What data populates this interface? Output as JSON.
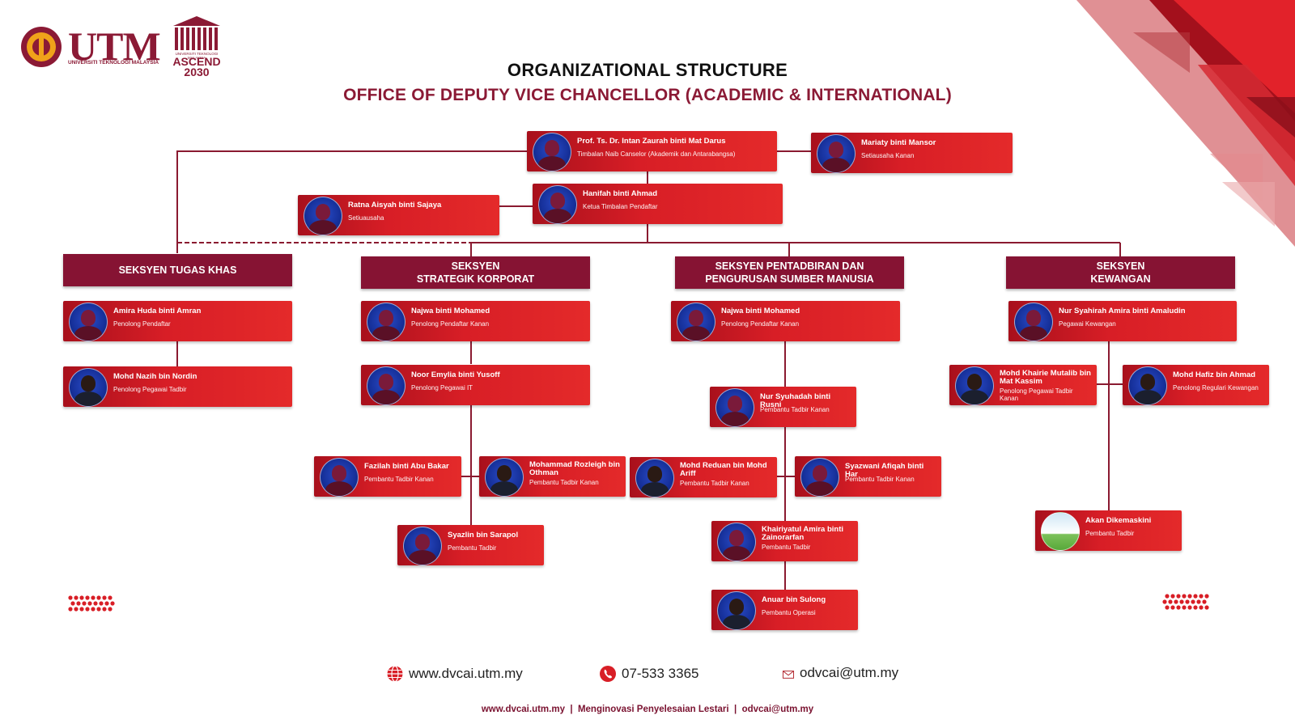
{
  "header": {
    "title": "ORGANIZATIONAL STRUCTURE",
    "subtitle": "OFFICE OF DEPUTY VICE CHANCELLOR (ACADEMIC & INTERNATIONAL)",
    "logo_utm": "UTM",
    "logo_utm_sub": "UNIVERSITI TEKNOLOGI MALAYSIA",
    "logo_ascend": "ASCEND",
    "logo_ascend_year": "2030",
    "logo_ascend_small": "UNIVERSITI TEKNOLOGI MALAYSIA"
  },
  "top": {
    "dvc": {
      "name": "Prof. Ts. Dr. Intan Zaurah binti Mat Darus",
      "role": "Timbalan Naib Canselor (Akademik dan Antarabangsa)"
    },
    "secretary": {
      "name": "Mariaty binti Mansor",
      "role": "Setiausaha Kanan"
    },
    "registrar": {
      "name": "Hanifah binti Ahmad",
      "role": "Ketua Timbalan Pendaftar"
    },
    "assistant": {
      "name": "Ratna Aisyah binti Sajaya",
      "role": "Setiuausaha"
    }
  },
  "sections": {
    "tugas_khas": {
      "title": "SEKSYEN TUGAS KHAS"
    },
    "strategik": {
      "title_line1": "SEKSYEN",
      "title_line2": "STRATEGIK KORPORAT"
    },
    "pentadbiran": {
      "title_line1": "SEKSYEN PENTADBIRAN DAN",
      "title_line2": "PENGURUSAN SUMBER MANUSIA"
    },
    "kewangan": {
      "title_line1": "SEKSYEN",
      "title_line2": "KEWANGAN"
    }
  },
  "staff": {
    "tk1": {
      "name": "Amira Huda binti Amran",
      "role": "Penolong Pendaftar"
    },
    "tk2": {
      "name": "Mohd Nazih bin Nordin",
      "role": "Penolong Pegawai Tadbir"
    },
    "sk1": {
      "name": "Najwa binti Mohamed",
      "role": "Penolong Pendaftar Kanan"
    },
    "sk2": {
      "name": "Noor Emylia binti Yusoff",
      "role": "Penolong Pegawai IT"
    },
    "sk3": {
      "name": "Fazilah binti Abu Bakar",
      "role": "Pembantu Tadbir Kanan"
    },
    "sk4": {
      "name": "Mohammad Rozleigh bin Othman",
      "role": "Pembantu Tadbir Kanan"
    },
    "sk5": {
      "name": "Syazlin bin Sarapol",
      "role": "Pembantu Tadbir"
    },
    "pp1": {
      "name": "Najwa binti Mohamed",
      "role": "Penolong Pendaftar Kanan"
    },
    "pp2": {
      "name": "Nur Syuhadah binti Rusni",
      "role": "Pembantu Tadbir Kanan"
    },
    "pp3": {
      "name": "Mohd Reduan bin Mohd Ariff",
      "role": "Pembantu Tadbir Kanan"
    },
    "pp4": {
      "name": "Syazwani Afiqah binti Har",
      "role": "Pembantu Tadbir Kanan"
    },
    "pp5": {
      "name": "Khairiyatul Amira binti Zainorarfan",
      "role": "Pembantu Tadbir"
    },
    "pp6": {
      "name": "Anuar bin Sulong",
      "role": "Pembantu Operasi"
    },
    "kw1": {
      "name": "Nur Syahirah Amira binti Amaludin",
      "role": "Pegawai Kewangan"
    },
    "kw2": {
      "name": "Mohd Khairie Mutalib bin Mat Kassim",
      "role": "Penolong Pegawai Tadbir Kanan"
    },
    "kw3": {
      "name": "Mohd Hafiz bin Ahmad",
      "role": "Penolong Regulari Kewangan"
    },
    "kw4": {
      "name": "Akan Dikemaskini",
      "role": "Pembantu Tadbir"
    }
  },
  "footer": {
    "website": "www.dvcai.utm.my",
    "phone": "07-533 3365",
    "email": "odvcai@utm.my",
    "tagline": "www.dvcai.utm.my  |  Menginovasi Penyelesaian Lestari  |  odvcai@utm.my"
  },
  "colors": {
    "maroon": "#861333",
    "red": "#d81e26",
    "title_maroon": "#8b1a35"
  },
  "icons": {
    "website": "globe-icon",
    "phone": "phone-icon",
    "email": "mail-icon"
  }
}
